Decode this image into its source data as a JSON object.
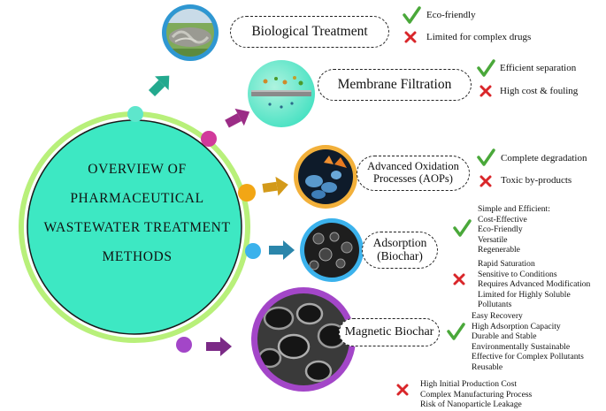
{
  "center": {
    "lines": [
      "OVERVIEW OF",
      "PHARMACEUTICAL",
      "WASTEWATER TREATMENT",
      "METHODS"
    ]
  },
  "methods": [
    {
      "name": "Biological Treatment",
      "pros": [
        "Eco-friendly"
      ],
      "cons": [
        "Limited for complex drugs"
      ]
    },
    {
      "name": "Membrane Filtration",
      "pros": [
        "Efficient separation"
      ],
      "cons": [
        "High cost & fouling"
      ]
    },
    {
      "name_lines": [
        "Advanced Oxidation",
        "Processes (AOPs)"
      ],
      "pros": [
        "Complete degradation"
      ],
      "cons": [
        "Toxic by-products"
      ]
    },
    {
      "name_lines": [
        "Adsorption",
        "(Biochar)"
      ],
      "pros": [
        "Simple and Efficient:",
        "Cost-Effective",
        "Eco-Friendly",
        "Versatile",
        "Regenerable"
      ],
      "cons": [
        "Rapid Saturation",
        "Sensitive to Conditions",
        "Requires Advanced Modification",
        "Limited for Highly Soluble",
        "Pollutants"
      ]
    },
    {
      "name": "Magnetic Biochar",
      "pros": [
        "Easy Recovery",
        "High Adsorption Capacity",
        "Durable and Stable",
        "Environmentally Sustainable",
        "Effective for Complex Pollutants",
        "Reusable"
      ],
      "cons": [
        "High Initial Production Cost",
        "Complex Manufacturing Process",
        "Risk of Nanoparticle Leakage"
      ]
    }
  ],
  "colors": {
    "center_fill": "#3de8c3",
    "ring": "#b8f07a",
    "dot_teal": "#5ee6cc",
    "dot_magenta": "#d13a9b",
    "dot_orange": "#f2a615",
    "dot_blue": "#3bb2ec",
    "dot_purple": "#a346c8",
    "check": "#4aa83a",
    "cross": "#d9262a"
  },
  "icons": {
    "pro": "check-icon",
    "con": "cross-icon"
  }
}
